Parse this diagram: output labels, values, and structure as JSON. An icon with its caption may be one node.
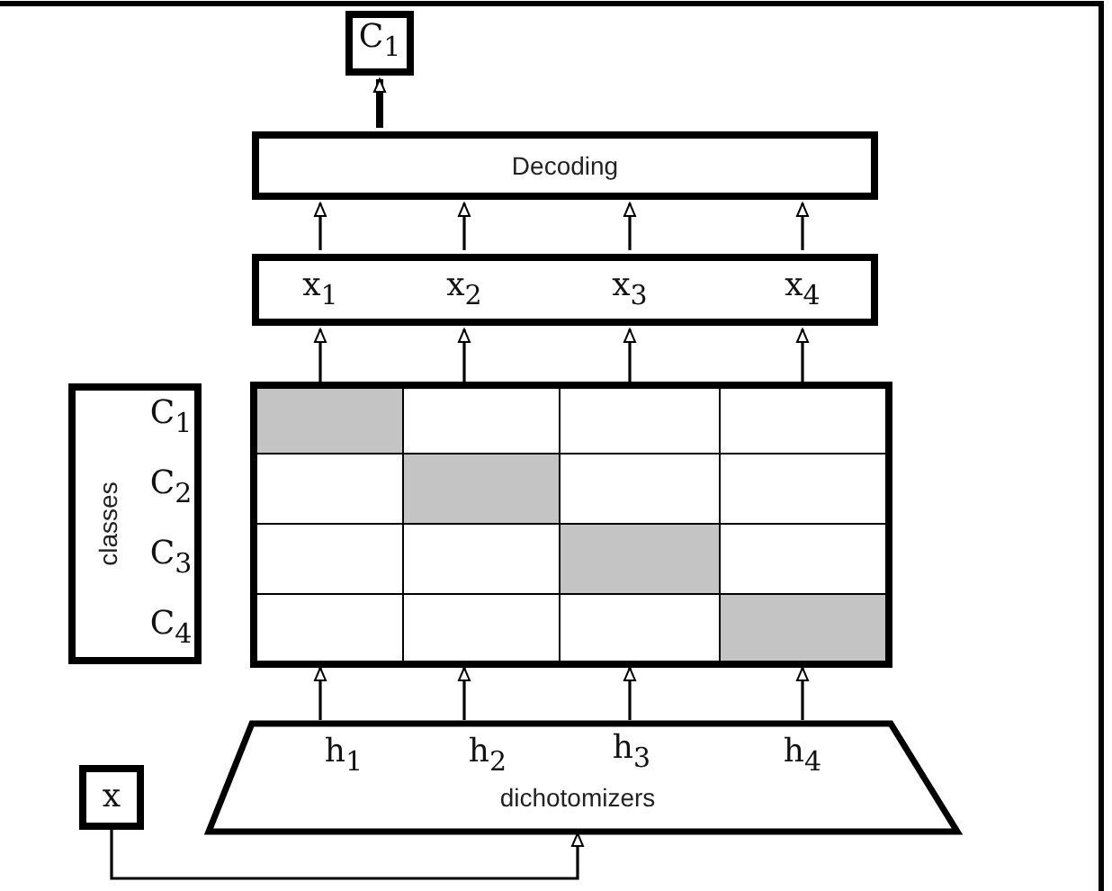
{
  "diagram": {
    "nodes": [
      {
        "text": [
          "C$_{1}$"
        ]
      },
      {
        "text": [
          "Decoding"
        ]
      },
      {
        "text": [
          "x$_{1}$",
          "x$_{2}$",
          "x$_{3}$",
          "x$_{4}$"
        ]
      },
      {
        "text": [
          "classes",
          "C$_{1}$",
          "C$_{2}$",
          "C$_{3}$",
          "C$_{4}$"
        ]
      },
      {
        "text": [],
        "shape": "box"
      },
      {
        "text": [
          "h$_{1}$",
          "h$_{2}$",
          "h$_{3}$",
          "h$_{4}$",
          "dichotomizers"
        ]
      },
      {
        "text": [
          "x"
        ]
      }
    ],
    "edges": [
      {
        "from": 6,
        "to": 5,
        "arrow": "to"
      },
      {
        "from": 5,
        "to": 4,
        "arrow": "to"
      },
      {
        "from": 5,
        "to": 4,
        "arrow": "to"
      },
      {
        "from": 5,
        "to": 4,
        "arrow": "to"
      },
      {
        "from": 5,
        "to": 4,
        "arrow": "to"
      },
      {
        "from": 4,
        "to": 2,
        "arrow": "to"
      },
      {
        "from": 4,
        "to": 2,
        "arrow": "to"
      },
      {
        "from": 4,
        "to": 2,
        "arrow": "to"
      },
      {
        "from": 4,
        "to": 2,
        "arrow": "to"
      },
      {
        "from": 2,
        "to": 1,
        "arrow": "to"
      },
      {
        "from": 2,
        "to": 1,
        "arrow": "to"
      },
      {
        "from": 2,
        "to": 1,
        "arrow": "to"
      },
      {
        "from": 2,
        "to": 1,
        "arrow": "to"
      },
      {
        "from": 1,
        "to": 0,
        "arrow": "to",
        "style": "thick"
      }
    ]
  }
}
